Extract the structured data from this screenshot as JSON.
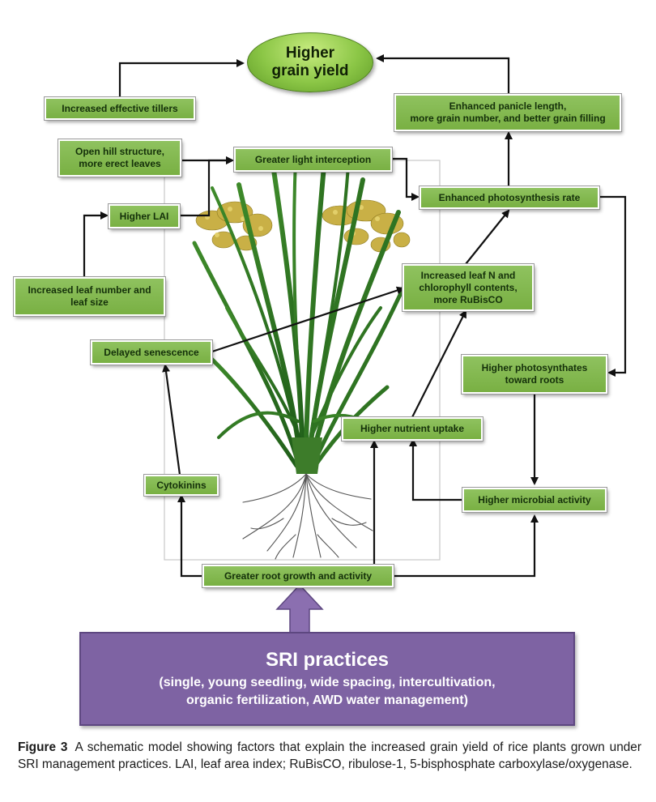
{
  "diagram": {
    "goal": "Higher\ngrain yield",
    "boxes": {
      "effective_tillers": "Increased effective tillers",
      "panicle": "Enhanced panicle length,\nmore grain number, and better grain filling",
      "open_hill": "Open hill structure,\nmore erect leaves",
      "light": "Greater light interception",
      "photosynthesis": "Enhanced photosynthesis rate",
      "lai": "Higher LAI",
      "leaf_number": "Increased leaf number and\nleaf size",
      "leaf_n": "Increased leaf N and\nchlorophyll contents,\nmore RuBisCO",
      "senescence": "Delayed senescence",
      "photosynthates": "Higher photosynthates\ntoward roots",
      "nutrient": "Higher nutrient uptake",
      "cytokinins": "Cytokinins",
      "microbial": "Higher microbial activity",
      "root_growth": "Greater root growth and activity"
    },
    "sri": {
      "title": "SRI practices",
      "detail": "(single, young seedling, wide spacing, intercultivation,\norganic fertilization, AWD water management)"
    }
  },
  "caption": {
    "label": "Figure 3",
    "text": "A schematic model showing factors that explain the increased grain yield of rice plants grown under SRI management practices. LAI, leaf area index; RuBisCO, ribulose-1, 5-bisphosphate carboxylase/oxygenase."
  },
  "colors": {
    "box_fill": "#83b94e",
    "box_text": "#14300a",
    "goal_fill": "#8bc646",
    "sri_fill": "#7e63a3",
    "arrow": "#111111"
  }
}
